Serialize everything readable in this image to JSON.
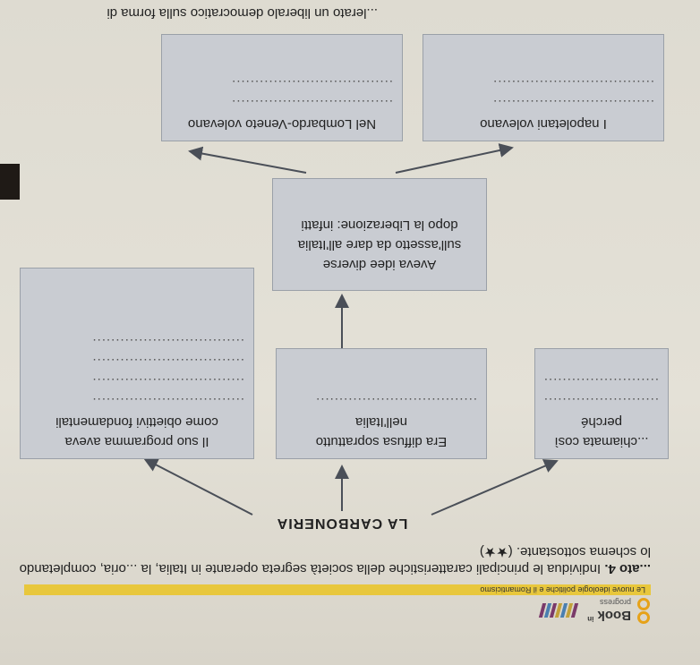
{
  "header": {
    "brand_line1": "Book",
    "brand_in": "in",
    "brand_line2": "progress"
  },
  "section_label": "Le nuove ideologie politiche e il Romanticismo",
  "task": {
    "prefix": "...ato 4.",
    "text": "Individua le principali caratteristiche della società segreta operante in Italia, la ...oria, completando lo schema sottostante. (★★)"
  },
  "root": "LA CARBONERIA",
  "boxes": {
    "left": {
      "line1": "...chiamata così perché",
      "dots": [
        "...................................",
        "..................................."
      ]
    },
    "middle": {
      "line1": "Era diffusa soprattutto",
      "line2": "nell'Italia",
      "dots": [
        "..................................."
      ]
    },
    "right": {
      "line1": "Il suo programma aveva",
      "line2": "come obiettivi fondamentali",
      "dots": [
        ".................................",
        ".................................",
        ".................................",
        "................................."
      ]
    },
    "ideas": {
      "line1": "Aveva idee diverse",
      "line2": "sull'assetto da dare all'Italia",
      "line3": "dopo la Liberazione: infatti"
    },
    "naples": {
      "line1": "I napoletani volevano",
      "dots": [
        "...................................",
        "..................................."
      ]
    },
    "lombardy": {
      "line1": "Nel Lombardo-Veneto volevano",
      "dots": [
        "...................................",
        "..................................."
      ]
    }
  },
  "tail": "...lerato un liberalo democratico sulla forma di"
}
